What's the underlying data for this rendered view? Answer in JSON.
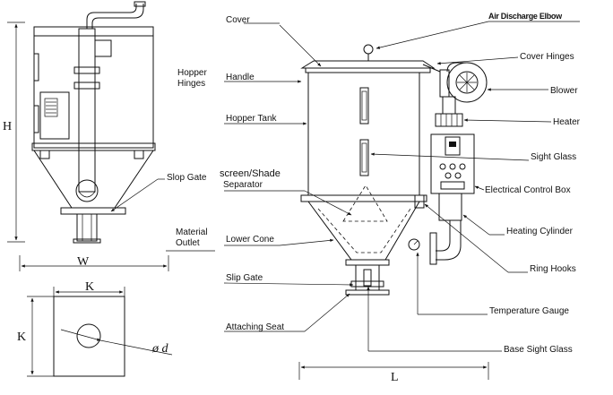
{
  "labels": {
    "cover": "Cover",
    "air_discharge_elbow": "Air Discharge Elbow",
    "cover_hinges": "Cover Hinges",
    "handle": "Handle",
    "hopper_hinges_1": "Hopper",
    "hopper_hinges_2": "Hinges",
    "blower": "Blower",
    "hopper_tank": "Hopper Tank",
    "heater": "Heater",
    "sight_glass": "Sight Glass",
    "screen_shade_1": "screen/Shade",
    "screen_shade_2": "Separator",
    "slop_gate": "Slop Gate",
    "electrical_control_box": "Electrical Control Box",
    "heating_cylinder": "Heating Cylinder",
    "material_outlet_1": "Material",
    "material_outlet_2": "Outlet",
    "lower_cone": "Lower Cone",
    "ring_hooks": "Ring Hooks",
    "slip_gate": "Slip Gate",
    "temperature_gauge": "Temperature Gauge",
    "attaching_seat": "Attaching Seat",
    "base_sight_glass": "Base Sight Glass"
  },
  "dimensions": {
    "h": "H",
    "w": "W",
    "k_top": "K",
    "k_side": "K",
    "d": "ø d",
    "l": "L"
  }
}
